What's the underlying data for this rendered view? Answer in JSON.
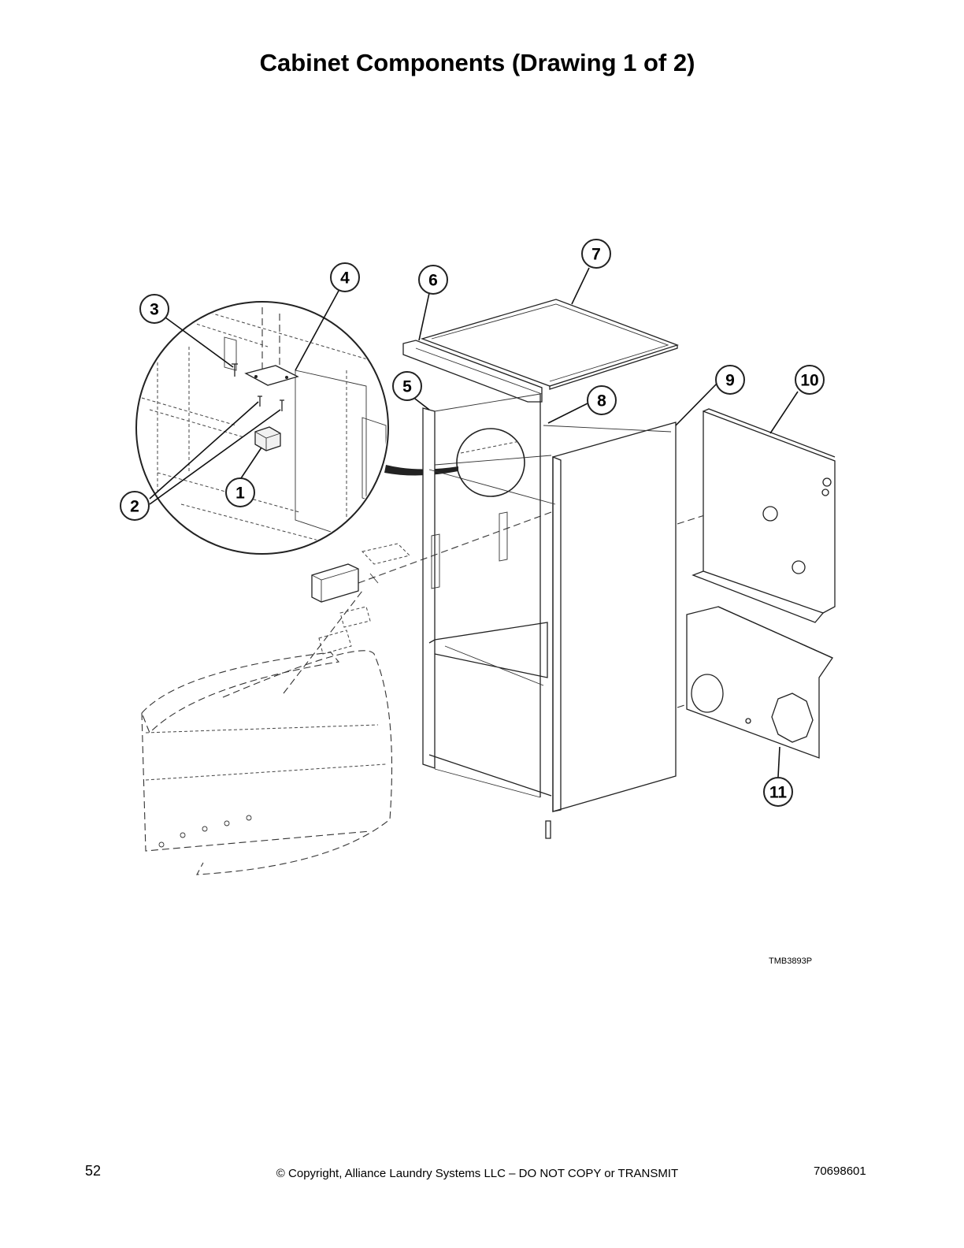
{
  "header": {
    "title": "Cabinet Components (Drawing 1 of 2)"
  },
  "drawing": {
    "callouts": [
      "1",
      "2",
      "3",
      "4",
      "5",
      "6",
      "7",
      "8",
      "9",
      "10",
      "11"
    ],
    "drawing_code": "TMB3893P"
  },
  "footer": {
    "page_number": "52",
    "copyright": "© Copyright, Alliance Laundry Systems LLC – DO NOT COPY or TRANSMIT",
    "document_number": "70698601"
  }
}
